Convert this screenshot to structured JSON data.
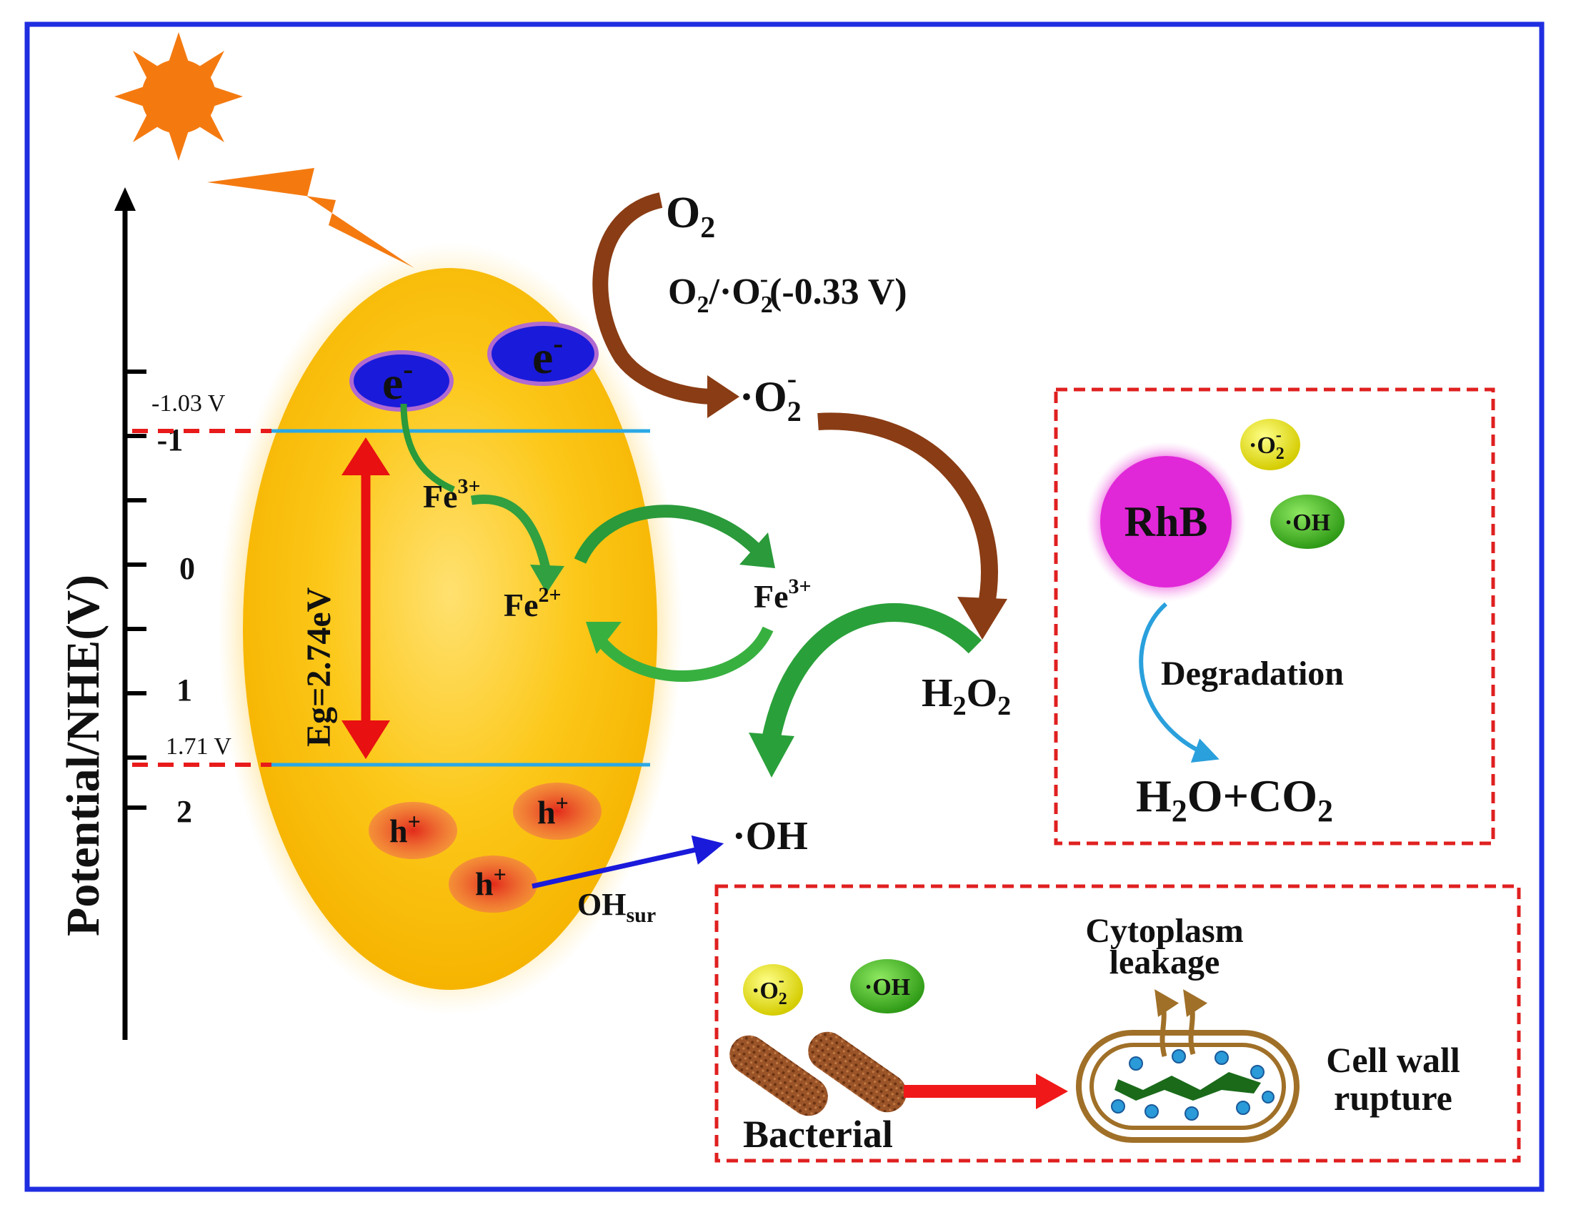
{
  "axis": {
    "label": "Potential/NHE(V)",
    "ticks": [
      "-1",
      "0",
      "1",
      "2"
    ]
  },
  "band_edges": {
    "cb_potential": "-1.03 V",
    "vb_potential": "1.71 V",
    "band_gap": "Eg=2.74eV"
  },
  "carriers": {
    "electron": "e",
    "electron_sup": "-",
    "hole": "h",
    "hole_sup": "+"
  },
  "iron_cycle": {
    "fe3_a": "Fe",
    "fe3_a_sup": "3+",
    "fe2": "Fe",
    "fe2_sup": "2+",
    "fe3_b": "Fe",
    "fe3_b_sup": "3+"
  },
  "species": {
    "o2": "O",
    "o2_sub": "2",
    "redox_pair_a": "O",
    "redox_pair_sub1": "2",
    "redox_pair_mid": "/·O",
    "redox_pair_sub2": "2",
    "redox_pair_sup": "-",
    "redox_pair_value": "(-0.33 V)",
    "superoxide": "·O",
    "superoxide_sub": "2",
    "superoxide_sup": "-",
    "h2o2_h": "H",
    "h2o2_sub1": "2",
    "h2o2_o": "O",
    "h2o2_sub2": "2",
    "hydroxyl": "·OH",
    "oh_surface": "OH",
    "oh_surface_sub": "sur"
  },
  "rhb_box": {
    "molecule": "RhB",
    "radical_o2": "·O",
    "radical_o2_sub": "2",
    "radical_o2_sup": "-",
    "radical_oh": "·OH",
    "process": "Degradation",
    "products_h": "H",
    "products_sub1": "2",
    "products_mid": "O+CO",
    "products_sub2": "2"
  },
  "bacteria_box": {
    "radical_o2": "·O",
    "radical_o2_sub": "2",
    "radical_o2_sup": "-",
    "radical_oh": "·OH",
    "bacteria_label": "Bacterial",
    "leakage_line1": "Cytoplasm",
    "leakage_line2": "leakage",
    "rupture_line1": "Cell wall",
    "rupture_line2": "rupture"
  },
  "colors": {
    "frame": "#1f2ee0",
    "particle": "#fbc000",
    "band_line": "#2aa8e6",
    "electron": "#1a1adb",
    "hole": "#e8302a",
    "sun": "#f47a10",
    "gap_arrow": "#e81010",
    "fe_arrow": "#2a9a3a",
    "o2_arrow": "#8a3c14",
    "hole_arrow": "#1a1adb",
    "rhb": "#e028d8",
    "radical_o2_ball": "#e8e818",
    "radical_oh_ball": "#4ab828",
    "dashed_box": "#e02020",
    "bacteria": "#8a4a20",
    "cell_wall": "#a07028"
  }
}
